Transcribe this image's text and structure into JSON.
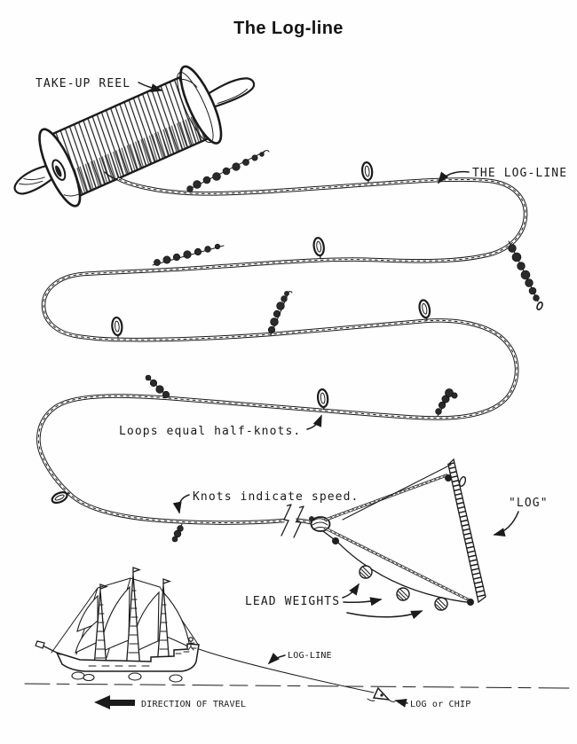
{
  "title": "The Log-line",
  "labels": {
    "take_up_reel": "TAKE-UP REEL",
    "the_log_line": "THE LOG-LINE",
    "loops_equal_half_knots": "Loops equal half-knots.",
    "knots_indicate_speed": "Knots indicate speed.",
    "log_quoted": "\"LOG\"",
    "lead_weights": "LEAD WEIGHTS",
    "log_line_tow": "LOG-LINE",
    "direction_of_travel": "DIRECTION OF TRAVEL",
    "log_or_chip": "LOG or CHIP"
  },
  "colors": {
    "ink": "#1b1b1b",
    "paper": "#fefefe"
  }
}
